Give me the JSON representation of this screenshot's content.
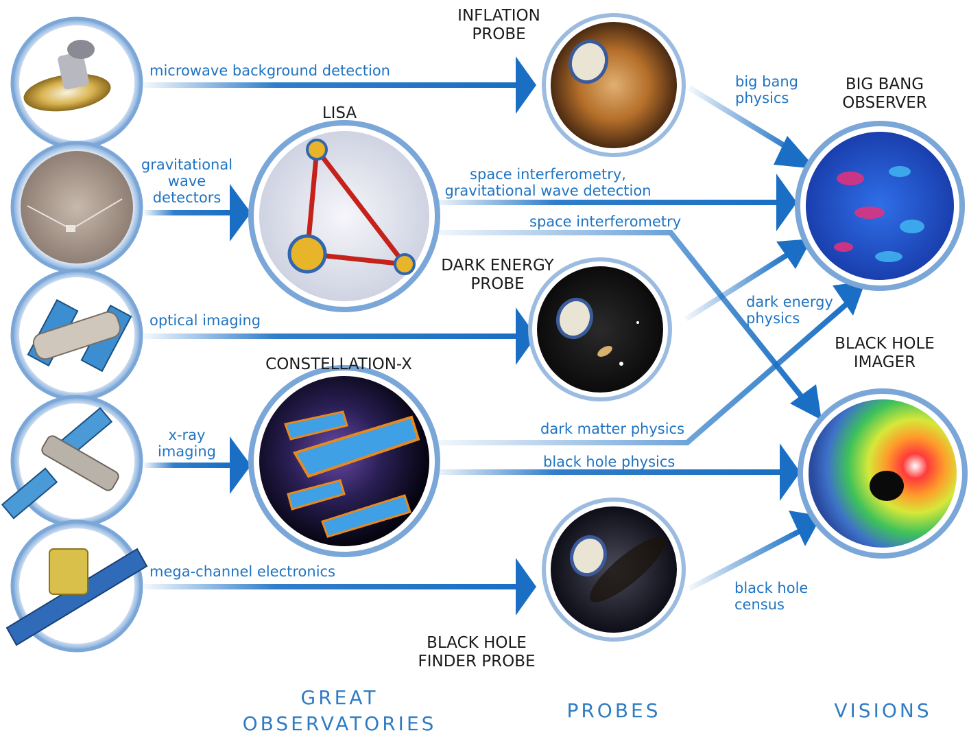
{
  "columns": {
    "great_observatories": [
      "GREAT",
      "OBSERVATORIES"
    ],
    "probes": "PROBES",
    "visions": "VISIONS"
  },
  "missions": {
    "inflation_probe": [
      "INFLATION",
      "PROBE"
    ],
    "lisa": "LISA",
    "dark_energy_probe": [
      "DARK ENERGY",
      "PROBE"
    ],
    "constellation_x": "CONSTELLATION-X",
    "black_hole_finder_probe": [
      "BLACK HOLE",
      "FINDER PROBE"
    ],
    "big_bang_observer": [
      "BIG BANG",
      "OBSERVER"
    ],
    "black_hole_imager": [
      "BLACK HOLE",
      "IMAGER"
    ]
  },
  "flows": {
    "microwave": "microwave background detection",
    "gravitational": [
      "gravitational",
      "wave",
      "detectors"
    ],
    "optical": "optical imaging",
    "xray": [
      "x-ray",
      "imaging"
    ],
    "mega_channel": "mega-channel electronics",
    "space_interf_gw": [
      "space interferometry,",
      "gravitational wave detection"
    ],
    "space_interf": "space interferometry",
    "big_bang_physics": [
      "big bang",
      "physics"
    ],
    "dark_energy_physics": [
      "dark energy",
      "physics"
    ],
    "dark_matter_physics": "dark matter physics",
    "black_hole_physics": "black hole physics",
    "black_hole_census": [
      "black hole",
      "census"
    ]
  },
  "colors": {
    "arrow": "#1a6fc4",
    "label": "#1f73c2",
    "title": "#1a1a1a",
    "ring": "#7aa6d8",
    "column_heading": "#2f7cc4"
  }
}
